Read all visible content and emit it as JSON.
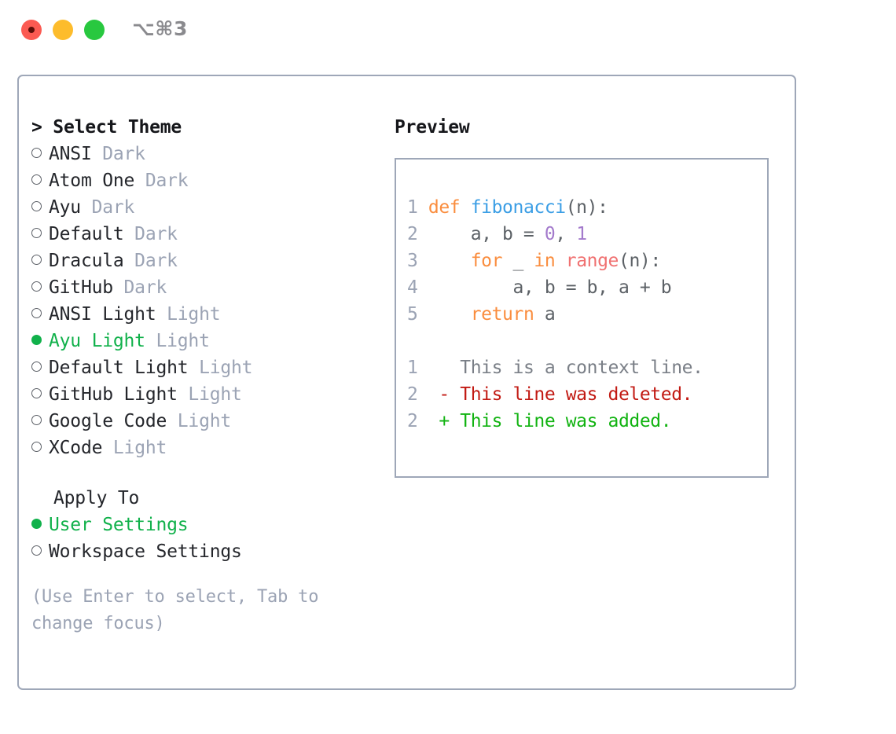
{
  "window": {
    "shortcut_label": "⌥⌘3",
    "traffic_lights": [
      {
        "name": "close",
        "color": "#FB5A52"
      },
      {
        "name": "minimize",
        "color": "#FDBC2C"
      },
      {
        "name": "zoom",
        "color": "#28C83F"
      }
    ]
  },
  "theme_picker": {
    "heading": "> Select Theme",
    "options": [
      {
        "marker": "○",
        "name": "ANSI",
        "kind": "Dark",
        "selected": false
      },
      {
        "marker": "○",
        "name": "Atom One",
        "kind": "Dark",
        "selected": false
      },
      {
        "marker": "○",
        "name": "Ayu",
        "kind": "Dark",
        "selected": false
      },
      {
        "marker": "○",
        "name": "Default",
        "kind": "Dark",
        "selected": false
      },
      {
        "marker": "○",
        "name": "Dracula",
        "kind": "Dark",
        "selected": false
      },
      {
        "marker": "○",
        "name": "GitHub",
        "kind": "Dark",
        "selected": false
      },
      {
        "marker": "○",
        "name": "ANSI Light",
        "kind": "Light",
        "selected": false
      },
      {
        "marker": "●",
        "name": "Ayu Light",
        "kind": "Light",
        "selected": true
      },
      {
        "marker": "○",
        "name": "Default Light",
        "kind": "Light",
        "selected": false
      },
      {
        "marker": "○",
        "name": "GitHub Light",
        "kind": "Light",
        "selected": false
      },
      {
        "marker": "○",
        "name": "Google Code",
        "kind": "Light",
        "selected": false
      },
      {
        "marker": "○",
        "name": "XCode",
        "kind": "Light",
        "selected": false
      }
    ]
  },
  "apply_to": {
    "title": "Apply To",
    "options": [
      {
        "marker": "●",
        "name": "User Settings",
        "selected": true
      },
      {
        "marker": "○",
        "name": "Workspace Settings",
        "selected": false
      }
    ]
  },
  "hint": "(Use Enter to select, Tab to change focus)",
  "preview": {
    "title": "Preview",
    "code_lines": [
      {
        "number": "1",
        "tokens": [
          {
            "text": "def ",
            "style": "kw"
          },
          {
            "text": "fibonacci",
            "style": "fn"
          },
          {
            "text": "(n):",
            "style": "punc"
          }
        ]
      },
      {
        "number": "2",
        "tokens": [
          {
            "text": "    a, b = ",
            "style": "txt"
          },
          {
            "text": "0",
            "style": "num"
          },
          {
            "text": ", ",
            "style": "txt"
          },
          {
            "text": "1",
            "style": "num"
          }
        ]
      },
      {
        "number": "3",
        "tokens": [
          {
            "text": "    ",
            "style": "txt"
          },
          {
            "text": "for",
            "style": "kw"
          },
          {
            "text": " _ ",
            "style": "txt"
          },
          {
            "text": "in",
            "style": "kw"
          },
          {
            "text": " ",
            "style": "txt"
          },
          {
            "text": "range",
            "style": "call"
          },
          {
            "text": "(n):",
            "style": "punc"
          }
        ]
      },
      {
        "number": "4",
        "tokens": [
          {
            "text": "        a, b = b, a + b",
            "style": "txt"
          }
        ]
      },
      {
        "number": "5",
        "tokens": [
          {
            "text": "    ",
            "style": "txt"
          },
          {
            "text": "return",
            "style": "kw"
          },
          {
            "text": " a",
            "style": "txt"
          }
        ]
      }
    ],
    "diff_lines": [
      {
        "number": "1",
        "sign": " ",
        "text": " This is a context line.",
        "style": "d-ctx"
      },
      {
        "number": "2",
        "sign": "-",
        "text": " This line was deleted.",
        "style": "d-del"
      },
      {
        "number": "2",
        "sign": "+",
        "text": " This line was added.",
        "style": "d-add"
      }
    ]
  },
  "colors": {
    "accent_green": "#11B14B",
    "muted": "#9BA3B4",
    "border": "#9EA7B8",
    "keyword": "#FA8D3E",
    "function": "#3B9EE5",
    "number": "#A37ACC",
    "call": "#F07171",
    "diff_add": "#12B312",
    "diff_del": "#C21A13"
  }
}
